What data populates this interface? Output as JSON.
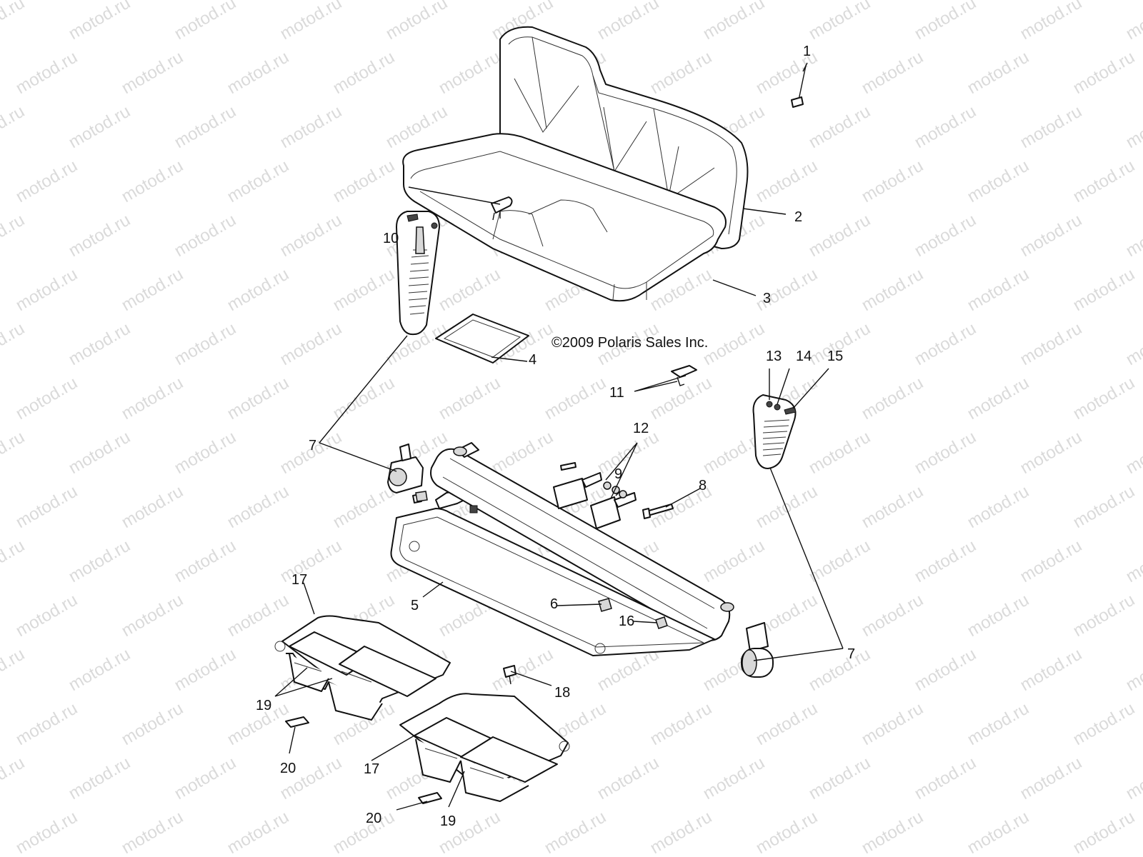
{
  "watermark_text": "motod.ru",
  "copyright": "©2009  Polaris Sales Inc.",
  "callouts": [
    {
      "id": "c1",
      "text": "1"
    },
    {
      "id": "c2",
      "text": "2"
    },
    {
      "id": "c3",
      "text": "3"
    },
    {
      "id": "c4",
      "text": "4"
    },
    {
      "id": "c5",
      "text": "5"
    },
    {
      "id": "c6",
      "text": "6"
    },
    {
      "id": "c7a",
      "text": "7"
    },
    {
      "id": "c7b",
      "text": "7"
    },
    {
      "id": "c8",
      "text": "8"
    },
    {
      "id": "c9",
      "text": "9"
    },
    {
      "id": "c10",
      "text": "10"
    },
    {
      "id": "c11",
      "text": "11"
    },
    {
      "id": "c12",
      "text": "12"
    },
    {
      "id": "c13",
      "text": "13"
    },
    {
      "id": "c14",
      "text": "14"
    },
    {
      "id": "c15",
      "text": "15"
    },
    {
      "id": "c16",
      "text": "16"
    },
    {
      "id": "c17a",
      "text": "17"
    },
    {
      "id": "c17b",
      "text": "17"
    },
    {
      "id": "c18",
      "text": "18"
    },
    {
      "id": "c19a",
      "text": "19"
    },
    {
      "id": "c19b",
      "text": "19"
    },
    {
      "id": "c20a",
      "text": "20"
    },
    {
      "id": "c20b",
      "text": "20"
    }
  ]
}
